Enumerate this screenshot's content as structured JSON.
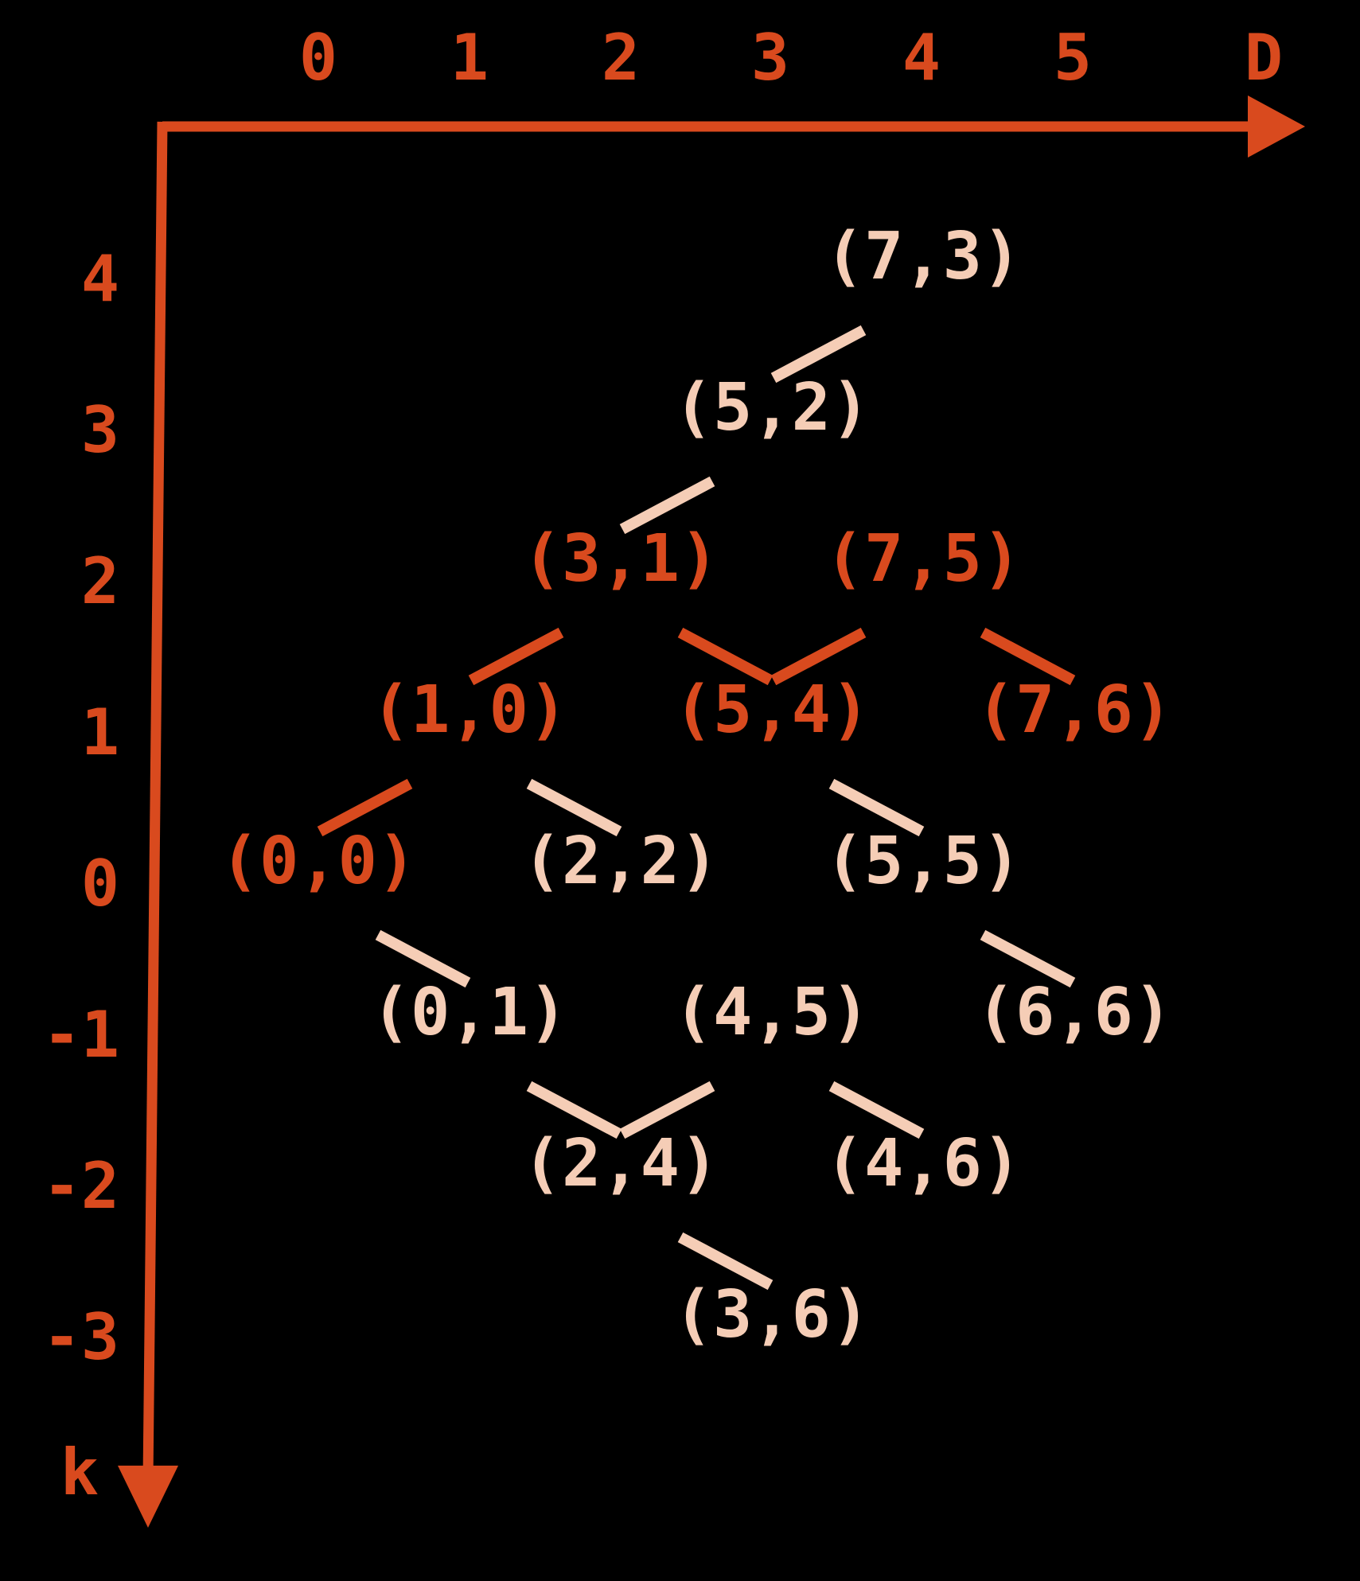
{
  "colors": {
    "background": "#000000",
    "axis": "#d94a1e",
    "highlight": "#d94a1e",
    "normal": "#f5cdb6"
  },
  "axes": {
    "x_ticks": [
      "0",
      "1",
      "2",
      "3",
      "4",
      "5"
    ],
    "x_label": "D",
    "y_ticks": [
      "4",
      "3",
      "2",
      "1",
      "0",
      "-1",
      "-2",
      "-3"
    ],
    "y_label": "k"
  },
  "nodes": [
    {
      "id": "n73",
      "label": "(7,3)",
      "d": 4,
      "k": 4,
      "highlight": false
    },
    {
      "id": "n52",
      "label": "(5,2)",
      "d": 3,
      "k": 3,
      "highlight": false
    },
    {
      "id": "n31",
      "label": "(3,1)",
      "d": 2,
      "k": 2,
      "highlight": true
    },
    {
      "id": "n75",
      "label": "(7,5)",
      "d": 4,
      "k": 2,
      "highlight": true
    },
    {
      "id": "n10",
      "label": "(1,0)",
      "d": 1,
      "k": 1,
      "highlight": true
    },
    {
      "id": "n54",
      "label": "(5,4)",
      "d": 3,
      "k": 1,
      "highlight": true
    },
    {
      "id": "n76",
      "label": "(7,6)",
      "d": 5,
      "k": 1,
      "highlight": true
    },
    {
      "id": "n00",
      "label": "(0,0)",
      "d": 0,
      "k": 0,
      "highlight": true
    },
    {
      "id": "n22",
      "label": "(2,2)",
      "d": 2,
      "k": 0,
      "highlight": false
    },
    {
      "id": "n55",
      "label": "(5,5)",
      "d": 4,
      "k": 0,
      "highlight": false
    },
    {
      "id": "n01",
      "label": "(0,1)",
      "d": 1,
      "k": -1,
      "highlight": false
    },
    {
      "id": "n45",
      "label": "(4,5)",
      "d": 3,
      "k": -1,
      "highlight": false
    },
    {
      "id": "n66",
      "label": "(6,6)",
      "d": 5,
      "k": -1,
      "highlight": false
    },
    {
      "id": "n24",
      "label": "(2,4)",
      "d": 2,
      "k": -2,
      "highlight": false
    },
    {
      "id": "n46",
      "label": "(4,6)",
      "d": 4,
      "k": -2,
      "highlight": false
    },
    {
      "id": "n36",
      "label": "(3,6)",
      "d": 3,
      "k": -3,
      "highlight": false
    }
  ],
  "edges": [
    {
      "from": "n52",
      "to": "n73",
      "highlight": false
    },
    {
      "from": "n31",
      "to": "n52",
      "highlight": false
    },
    {
      "from": "n10",
      "to": "n31",
      "highlight": true
    },
    {
      "from": "n31",
      "to": "n54",
      "highlight": true
    },
    {
      "from": "n54",
      "to": "n75",
      "highlight": true
    },
    {
      "from": "n75",
      "to": "n76",
      "highlight": true
    },
    {
      "from": "n00",
      "to": "n10",
      "highlight": true
    },
    {
      "from": "n10",
      "to": "n22",
      "highlight": false
    },
    {
      "from": "n54",
      "to": "n55",
      "highlight": false
    },
    {
      "from": "n55",
      "to": "n66",
      "highlight": false
    },
    {
      "from": "n00",
      "to": "n01",
      "highlight": false
    },
    {
      "from": "n01",
      "to": "n24",
      "highlight": false
    },
    {
      "from": "n24",
      "to": "n45",
      "highlight": false
    },
    {
      "from": "n45",
      "to": "n46",
      "highlight": false
    },
    {
      "from": "n24",
      "to": "n36",
      "highlight": false
    }
  ]
}
